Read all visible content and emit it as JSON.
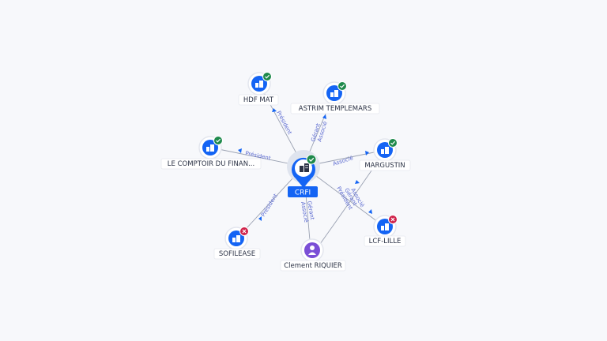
{
  "center": {
    "label": "CRFI",
    "icon": "building-icon",
    "status": "active"
  },
  "nodes": [
    {
      "id": "hdf",
      "label": "HDF MAT",
      "icon": "building-icon",
      "status": "active"
    },
    {
      "id": "astrim",
      "label": "ASTRIM TEMPLEMARS",
      "icon": "building-icon",
      "status": "active"
    },
    {
      "id": "comptoir",
      "label": "LE COMPTOIR DU FINAN...",
      "icon": "building-icon",
      "status": "active"
    },
    {
      "id": "margustin",
      "label": "MARGUSTIN",
      "icon": "building-icon",
      "status": "active"
    },
    {
      "id": "sofilease",
      "label": "SOFILEASE",
      "icon": "building-icon",
      "status": "closed"
    },
    {
      "id": "lcf",
      "label": "LCF-LILLE",
      "icon": "building-icon",
      "status": "closed"
    },
    {
      "id": "clement",
      "label": "Clement RIQUIER",
      "icon": "person-icon",
      "status": ""
    }
  ],
  "edges": [
    {
      "id": "e-hdf",
      "labels": [
        "Président"
      ]
    },
    {
      "id": "e-astrim",
      "labels": [
        "Gérant",
        "Associé"
      ]
    },
    {
      "id": "e-comptoir",
      "labels": [
        "Président"
      ]
    },
    {
      "id": "e-margustin",
      "labels": [
        "Associé"
      ]
    },
    {
      "id": "e-sofilease",
      "labels": [
        "Président"
      ]
    },
    {
      "id": "e-clement",
      "labels": [
        "Gérant",
        "Associé"
      ]
    },
    {
      "id": "e-margustin-clement",
      "labels": [
        "Président",
        "Gérant",
        "Associé"
      ]
    }
  ],
  "colors": {
    "active": "#1f8a4c",
    "closed": "#d0234b",
    "primary": "#1464f4",
    "person": "#7b4fd6",
    "edge": "#9aa1b2",
    "edge_label": "#5b6ad0"
  }
}
